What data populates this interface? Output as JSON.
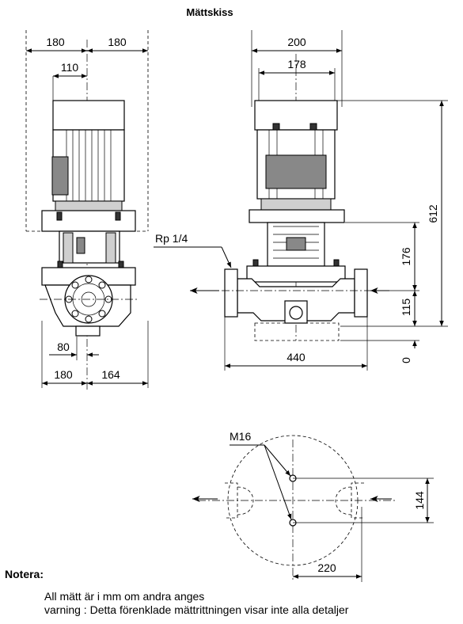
{
  "title": "Mättskiss",
  "front_view": {
    "dims": {
      "top_left": "180",
      "top_right": "180",
      "half_width": "110",
      "offset": "80",
      "bottom_left": "180",
      "bottom_right": "164"
    }
  },
  "side_view": {
    "port_label": "Rp 1/4",
    "dims": {
      "width_outer": "200",
      "width_inner": "178",
      "total_height": "612",
      "pump_height": "176",
      "center_height": "115",
      "base": "0",
      "port_to_port": "440"
    }
  },
  "base_view": {
    "bolt_label": "M16",
    "dims": {
      "bolt_spacing": "144",
      "bolt_distance": "220"
    }
  },
  "notes": {
    "heading": "Notera:",
    "line1": "All mätt är i mm om andra anges",
    "line2": "varning : Detta förenklade mättrittningen visar inte alla detaljer"
  }
}
